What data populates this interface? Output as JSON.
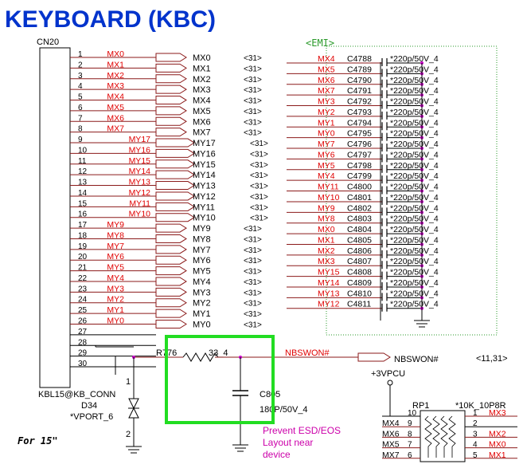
{
  "title": "KEYBOARD (KBC)",
  "emi_label": "<EMI>",
  "connector": {
    "ref": "CN20",
    "part": "KBL15@KB_CONN",
    "pins": [
      {
        "num": "1",
        "net": "MX0"
      },
      {
        "num": "2",
        "net": "MX1"
      },
      {
        "num": "3",
        "net": "MX2"
      },
      {
        "num": "4",
        "net": "MX3"
      },
      {
        "num": "5",
        "net": "MX4"
      },
      {
        "num": "6",
        "net": "MX5"
      },
      {
        "num": "7",
        "net": "MX6"
      },
      {
        "num": "8",
        "net": "MX7"
      },
      {
        "num": "9",
        "net": "MY17"
      },
      {
        "num": "10",
        "net": "MY16"
      },
      {
        "num": "11",
        "net": "MY15"
      },
      {
        "num": "12",
        "net": "MY14"
      },
      {
        "num": "13",
        "net": "MY13"
      },
      {
        "num": "14",
        "net": "MY12"
      },
      {
        "num": "15",
        "net": "MY11"
      },
      {
        "num": "16",
        "net": "MY10"
      },
      {
        "num": "17",
        "net": "MY9"
      },
      {
        "num": "18",
        "net": "MY8"
      },
      {
        "num": "19",
        "net": "MY7"
      },
      {
        "num": "20",
        "net": "MY6"
      },
      {
        "num": "21",
        "net": "MY5"
      },
      {
        "num": "22",
        "net": "MY4"
      },
      {
        "num": "23",
        "net": "MY3"
      },
      {
        "num": "24",
        "net": "MY2"
      },
      {
        "num": "25",
        "net": "MY1"
      },
      {
        "num": "26",
        "net": "MY0"
      },
      {
        "num": "27",
        "net": ""
      },
      {
        "num": "28",
        "net": ""
      },
      {
        "num": "29",
        "net": ""
      },
      {
        "num": "30",
        "net": ""
      }
    ]
  },
  "ports": [
    "MX0",
    "MX1",
    "MX2",
    "MX3",
    "MX4",
    "MX5",
    "MX6",
    "MX7",
    "MY17",
    "MY16",
    "MY15",
    "MY14",
    "MY13",
    "MY12",
    "MY11",
    "MY10",
    "MY9",
    "MY8",
    "MY7",
    "MY6",
    "MY5",
    "MY4",
    "MY3",
    "MY2",
    "MY1",
    "MY0"
  ],
  "port_ref": "<31>",
  "emi_caps": [
    {
      "net": "MX4",
      "ref": "C4788"
    },
    {
      "net": "MX5",
      "ref": "C4789"
    },
    {
      "net": "MX6",
      "ref": "C4790"
    },
    {
      "net": "MX7",
      "ref": "C4791"
    },
    {
      "net": "MY3",
      "ref": "C4792"
    },
    {
      "net": "MY2",
      "ref": "C4793"
    },
    {
      "net": "MY1",
      "ref": "C4794"
    },
    {
      "net": "MY0",
      "ref": "C4795"
    },
    {
      "net": "MY7",
      "ref": "C4796"
    },
    {
      "net": "MY6",
      "ref": "C4797"
    },
    {
      "net": "MY5",
      "ref": "C4798"
    },
    {
      "net": "MY4",
      "ref": "C4799"
    },
    {
      "net": "MY11",
      "ref": "C4800"
    },
    {
      "net": "MY10",
      "ref": "C4801"
    },
    {
      "net": "MY9",
      "ref": "C4802"
    },
    {
      "net": "MY8",
      "ref": "C4803"
    },
    {
      "net": "MX0",
      "ref": "C4804"
    },
    {
      "net": "MX1",
      "ref": "C4805"
    },
    {
      "net": "MX2",
      "ref": "C4806"
    },
    {
      "net": "MX3",
      "ref": "C4807"
    },
    {
      "net": "MY15",
      "ref": "C4808"
    },
    {
      "net": "MY14",
      "ref": "C4809"
    },
    {
      "net": "MY13",
      "ref": "C4810"
    },
    {
      "net": "MY12",
      "ref": "C4811"
    }
  ],
  "cap_value": "*220p/50V_4",
  "resistor": {
    "ref": "R776",
    "value": "33_4"
  },
  "net_nbswon": "NBSWON#",
  "port_nbswon": "NBSWON#",
  "port_nbswon_ref": "<11,31>",
  "cap_c805": {
    "ref": "C805",
    "value": "180P/50V_4"
  },
  "diode": {
    "ref": "D34",
    "value": "*VPORT_6",
    "pin1": "1",
    "pin2": "2"
  },
  "power": "+3VPCU",
  "rp1": {
    "ref": "RP1",
    "value": "*10K_10P8R",
    "left": [
      {
        "pin": "10",
        "net": ""
      },
      {
        "pin": "9",
        "net": "MX4"
      },
      {
        "pin": "8",
        "net": "MX6"
      },
      {
        "pin": "7",
        "net": "MX5"
      },
      {
        "pin": "6",
        "net": "MX7"
      }
    ],
    "right": [
      {
        "pin": "1",
        "net": "MX3"
      },
      {
        "pin": "2",
        "net": ""
      },
      {
        "pin": "3",
        "net": "MX2"
      },
      {
        "pin": "4",
        "net": "MX0"
      },
      {
        "pin": "5",
        "net": "MX1"
      }
    ]
  },
  "note": [
    "Prevent ESD/EOS",
    "Layout near",
    "device"
  ],
  "footer": "For 15\"",
  "colors": {
    "wire": "#8b1a1a",
    "red": "#e00000",
    "blue": "#0033cc",
    "highlight": "#22dd22",
    "emi_box": "#2a9a2a",
    "note": "#cc00aa",
    "black": "#000000"
  }
}
